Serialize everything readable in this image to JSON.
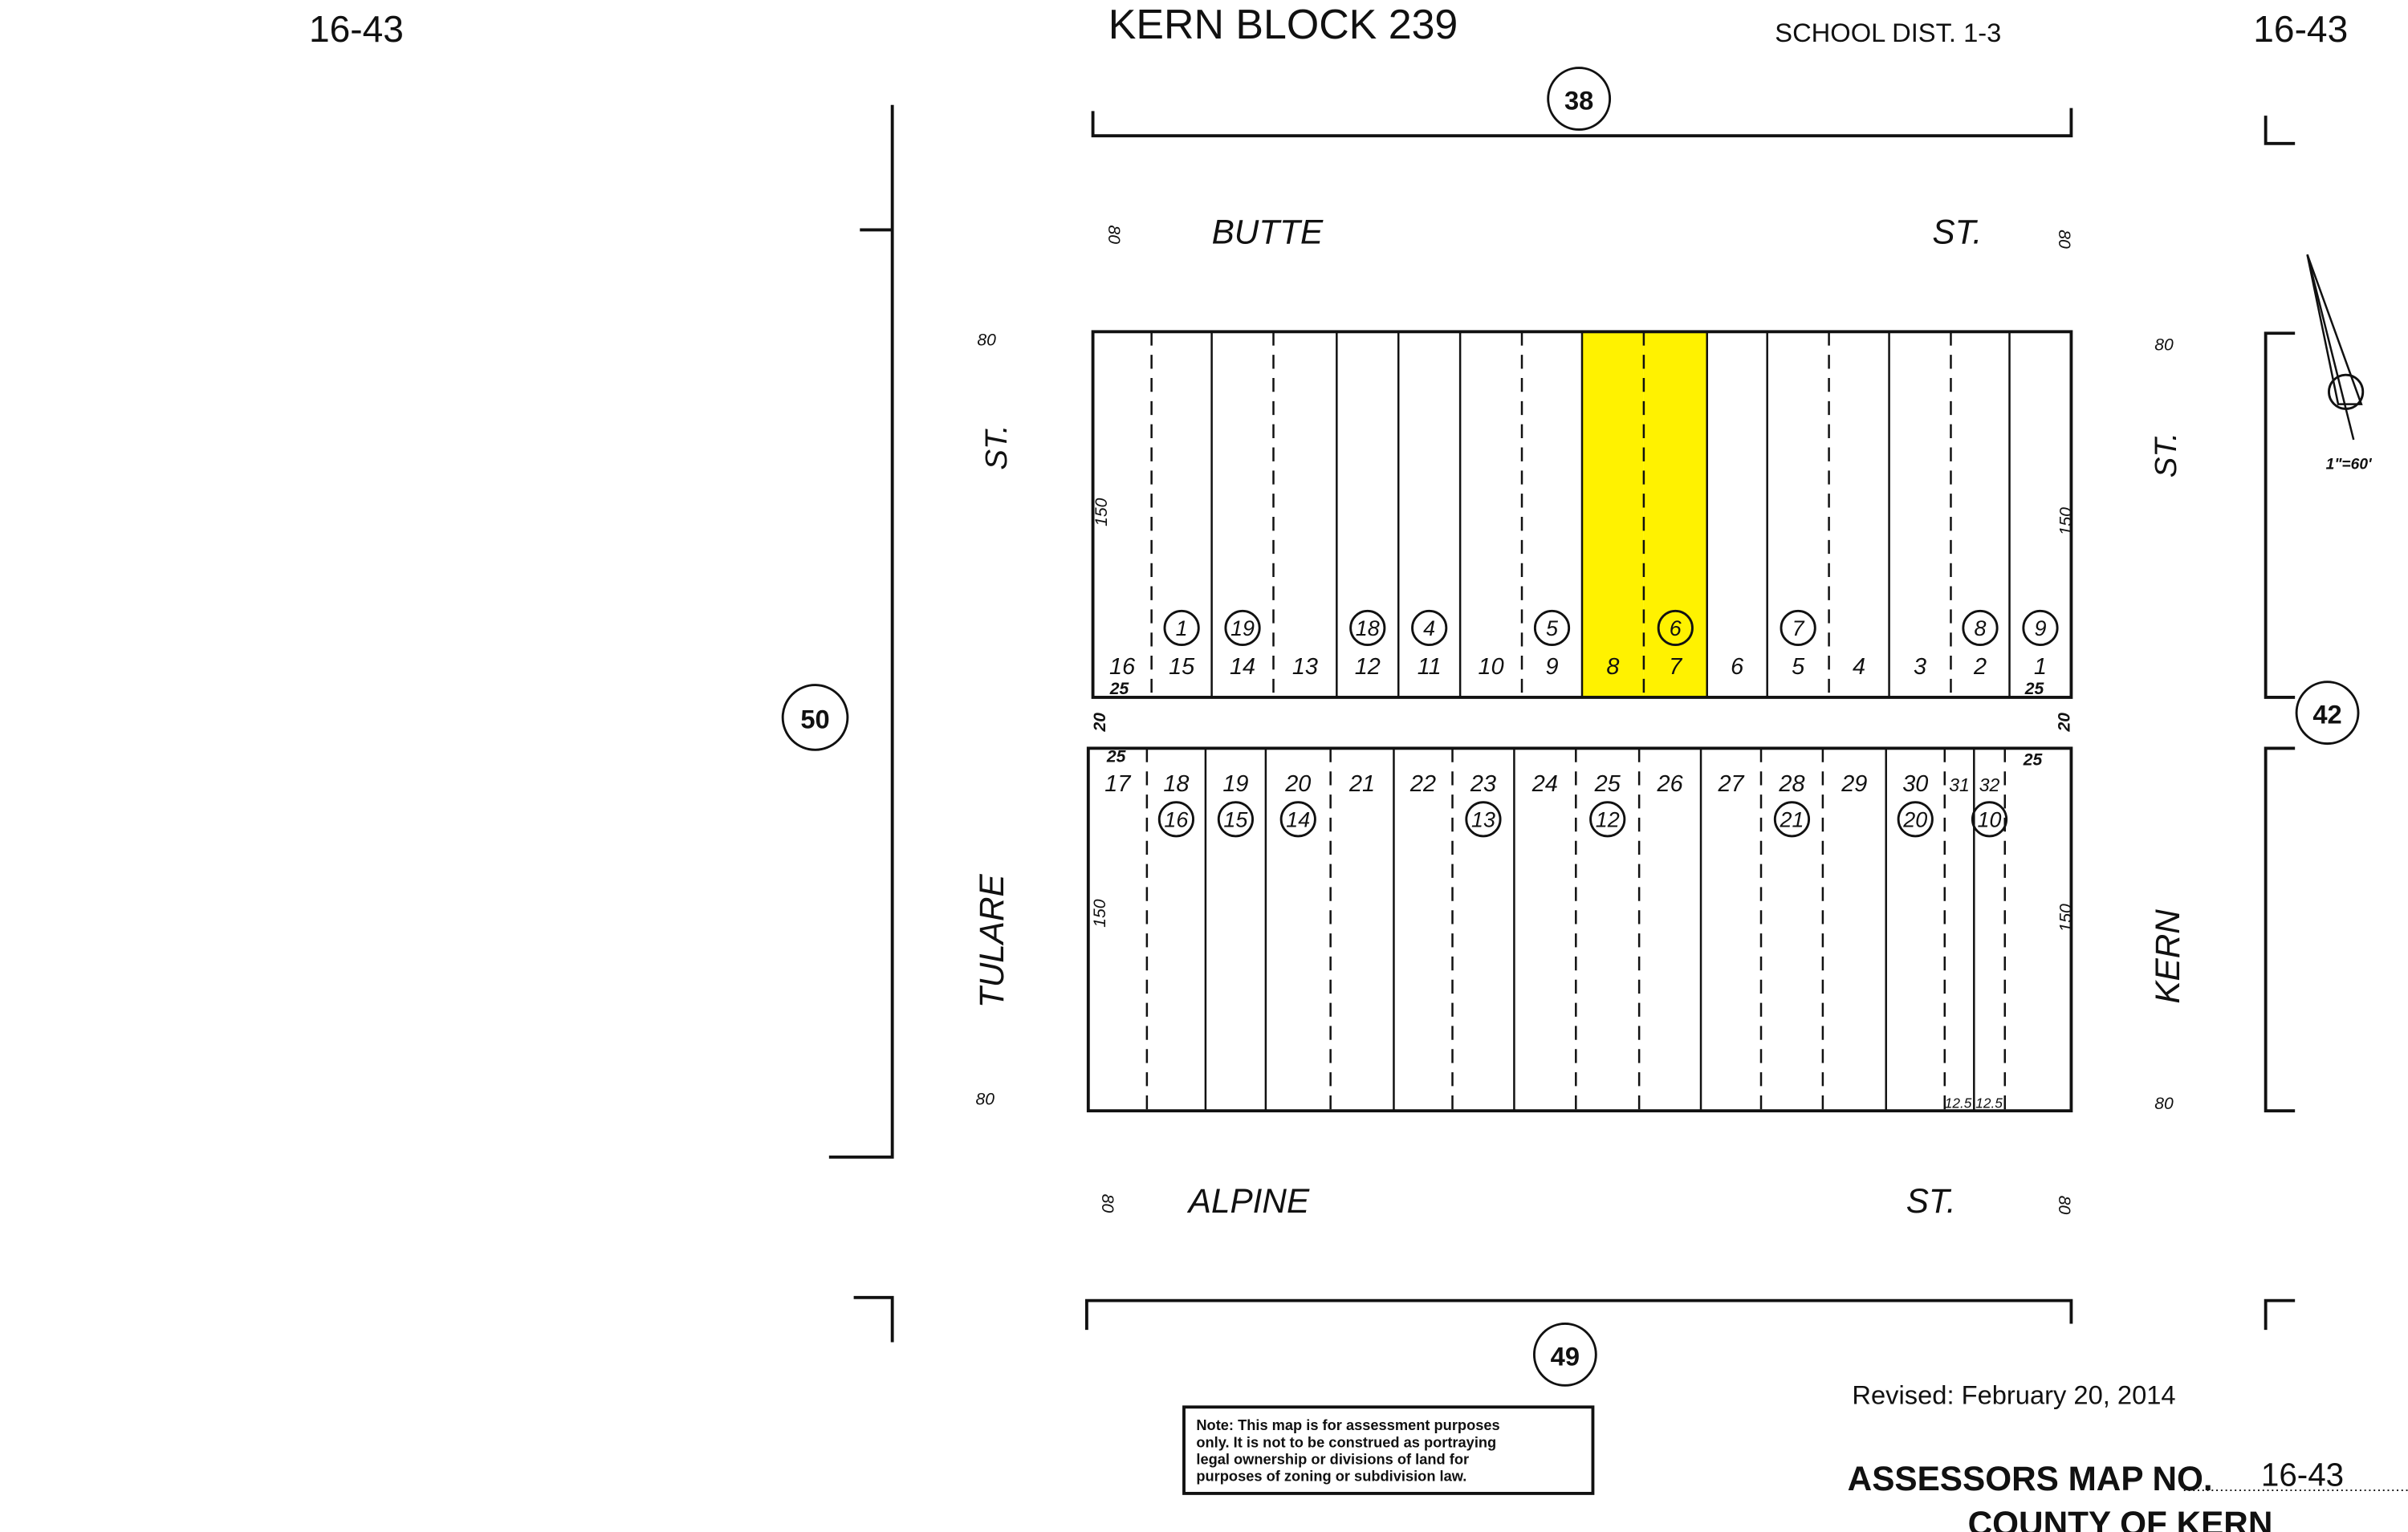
{
  "header": {
    "map_no_left": "16-43",
    "map_no_right": "16-43",
    "title": "KERN BLOCK 239",
    "school_dist": "SCHOOL DIST. 1-3"
  },
  "colors": {
    "highlight": "#fff200",
    "ink": "#111111"
  },
  "adjacent_blocks": {
    "north": "38",
    "south": "49",
    "west": "50",
    "east": "42"
  },
  "streets": {
    "north": {
      "name": "BUTTE",
      "suffix": "ST.",
      "width_left": "80",
      "width_right": "80"
    },
    "south": {
      "name": "ALPINE",
      "suffix": "ST.",
      "width_left": "80",
      "width_right": "80"
    },
    "west": {
      "name": "TULARE",
      "suffix": "ST.",
      "width_top": "80",
      "width_bottom": "80"
    },
    "east": {
      "name": "KERN",
      "suffix": "ST.",
      "width_top": "80",
      "width_bottom": "80"
    }
  },
  "dimensions": {
    "depth_top_left": "150",
    "depth_top_right": "150",
    "depth_bottom_left": "150",
    "depth_bottom_right": "150",
    "alley_left": "20",
    "alley_right": "20",
    "frontage_top_left": "25",
    "frontage_top_right": "25",
    "frontage_bottom_left": "25",
    "frontage_bottom_right": "25",
    "narrow_lot_a": "12.5",
    "narrow_lot_b": "12.5"
  },
  "north_block": {
    "lots": [
      "16",
      "15",
      "14",
      "13",
      "12",
      "11",
      "10",
      "9",
      "8",
      "7",
      "6",
      "5",
      "4",
      "3",
      "2",
      "1"
    ],
    "parcels": [
      {
        "lot": "15",
        "parcel": "1"
      },
      {
        "lot": "14",
        "parcel": "19"
      },
      {
        "lot": "12",
        "parcel": "18"
      },
      {
        "lot": "11",
        "parcel": "4"
      },
      {
        "lot": "9",
        "parcel": "5"
      },
      {
        "lot": "7",
        "parcel": "6",
        "highlighted": true
      },
      {
        "lot": "5",
        "parcel": "7"
      },
      {
        "lot": "2",
        "parcel": "8"
      },
      {
        "lot": "1",
        "parcel": "9"
      }
    ],
    "highlighted_lots": [
      "8",
      "7"
    ]
  },
  "south_block": {
    "lots": [
      "17",
      "18",
      "19",
      "20",
      "21",
      "22",
      "23",
      "24",
      "25",
      "26",
      "27",
      "28",
      "29",
      "30",
      "31",
      "32"
    ],
    "parcels": [
      {
        "lot": "18",
        "parcel": "16"
      },
      {
        "lot": "19",
        "parcel": "15"
      },
      {
        "lot": "20",
        "parcel": "14"
      },
      {
        "lot": "23",
        "parcel": "13"
      },
      {
        "lot": "25",
        "parcel": "12"
      },
      {
        "lot": "28",
        "parcel": "21"
      },
      {
        "lot": "30",
        "parcel": "20"
      },
      {
        "lot": "32",
        "parcel": "10"
      }
    ]
  },
  "scale": "1\"=60'",
  "revised": "Revised: February 20, 2014",
  "note": [
    "Note: This map is for assessment purposes",
    "only. It is not to be construed as portraying",
    "legal ownership or divisions of land for",
    "purposes of zoning or subdivision law."
  ],
  "footer": {
    "assessors_label": "ASSESSORS MAP NO.",
    "map_no": "16-43",
    "county": "COUNTY OF KERN"
  }
}
